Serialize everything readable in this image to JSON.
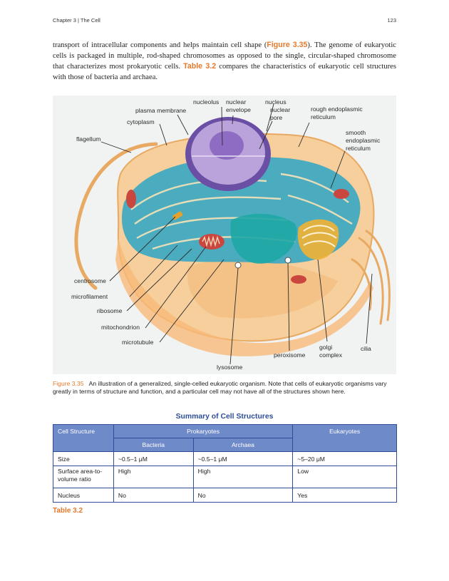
{
  "header": {
    "chapter": "Chapter 3 | The Cell",
    "page_number": "123"
  },
  "intro": {
    "part1": "transport of intracellular components and helps maintain cell shape (",
    "figure_ref": "Figure 3.35",
    "part2": "). The genome of eukaryotic cells is packaged in multiple, rod-shaped chromosomes as opposed to the single, circular-shaped chromosome that characterizes most prokaryotic cells. ",
    "table_ref": "Table 3.2",
    "part3": " compares the characteristics of eukaryotic cell structures with those of bacteria and archaea."
  },
  "figure_labels": {
    "nucleolus": "nucleolus",
    "nuclear_envelope_1": "nuclear",
    "nuclear_envelope_2": "envelope",
    "nucleus": "nucleus",
    "nuclear_pore_1": "nuclear",
    "nuclear_pore_2": "pore",
    "plasma_membrane": "plasma membrane",
    "cytoplasm": "cytoplasm",
    "rough_er_1": "rough endoplasmic",
    "rough_er_2": "reticulum",
    "smooth_er_1": "smooth",
    "smooth_er_2": "endoplasmic",
    "smooth_er_3": "reticulum",
    "flagellum": "flagellum",
    "centrosome": "centrosome",
    "microfilament": "microfilament",
    "ribosome": "ribosome",
    "mitochondrion": "mitochondrion",
    "microtubule": "microtubule",
    "lysosome": "lysosome",
    "peroxisome": "peroxisome",
    "golgi_1": "golgi",
    "golgi_2": "complex",
    "cilia": "cilia"
  },
  "caption": {
    "figure_number": "Figure 3.35",
    "text": "An illustration of a generalized, single-celled eukaryotic organism. Note that cells of eukaryotic organisms vary greatly in terms of structure and function, and a particular cell may not have all of the structures shown here."
  },
  "table": {
    "title": "Summary of Cell Structures",
    "headers": {
      "cell_structure": "Cell Structure",
      "prokaryotes": "Prokaryotes",
      "eukaryotes": "Eukaryotes",
      "bacteria": "Bacteria",
      "archaea": "Archaea"
    },
    "rows": [
      {
        "structure": "Size",
        "bacteria": "~0.5–1 μM",
        "archaea": "~0.5–1 μM",
        "eukaryotes": "~5–20 μM"
      },
      {
        "structure": "Surface area-to-volume ratio",
        "bacteria": "High",
        "archaea": "High",
        "eukaryotes": "Low"
      },
      {
        "structure": "Nucleus",
        "bacteria": "No",
        "archaea": "No",
        "eukaryotes": "Yes"
      }
    ],
    "label": "Table 3.2"
  }
}
